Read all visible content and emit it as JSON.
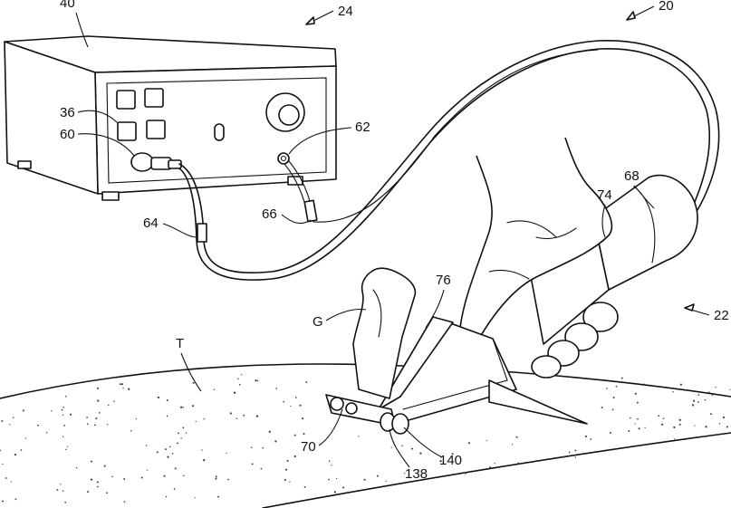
{
  "labels": {
    "unit": "40",
    "system": "24",
    "assembly": "20",
    "buttons": "36",
    "connector": "60",
    "port": "62",
    "cable_left": "64",
    "cable_right": "66",
    "handpiece": "68",
    "grip": "74",
    "head": "76",
    "tissue_piece": "G",
    "tissue": "T",
    "instrument": "22",
    "jaw": "70",
    "roller_a": "138",
    "roller_b": "140"
  }
}
